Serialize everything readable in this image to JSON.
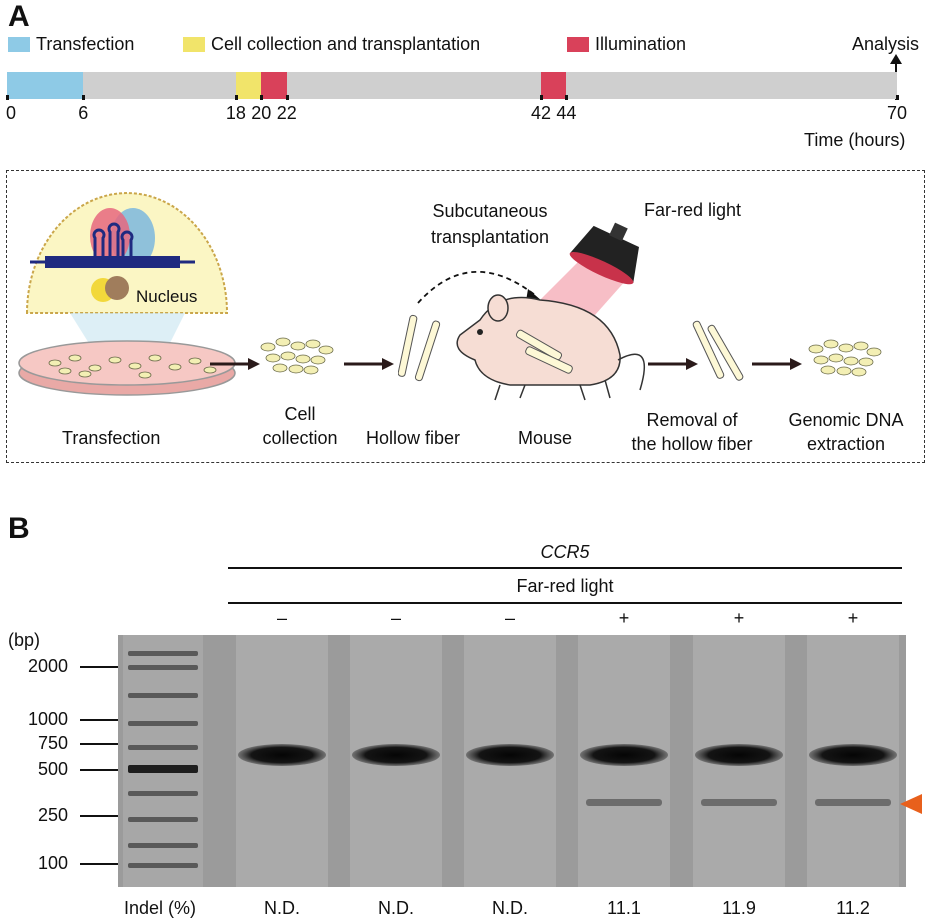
{
  "panel_a": {
    "letter": "A",
    "legend": [
      {
        "label": "Transfection",
        "color": "#8ecae6"
      },
      {
        "label": "Cell collection and transplantation",
        "color": "#f1e46a"
      },
      {
        "label": "Illumination",
        "color": "#d9415a"
      }
    ],
    "timeline": {
      "end_label": "Analysis",
      "axis_label": "Time (hours)",
      "max_hours": 70,
      "ticks": [
        "0",
        "6",
        "18",
        "20",
        "22",
        "42",
        "44",
        "70"
      ],
      "segments": [
        {
          "start": 0,
          "end": 6,
          "kind": "transfection"
        },
        {
          "start": 18,
          "end": 20,
          "kind": "collection"
        },
        {
          "start": 20,
          "end": 22,
          "kind": "illumination"
        },
        {
          "start": 42,
          "end": 44,
          "kind": "illumination"
        }
      ],
      "track_color": "#cfcfcf"
    },
    "workflow": {
      "nucleus_label": "Nucleus",
      "transfection_label": "Transfection",
      "cell_collection_label": "Cell\ncollection",
      "hollow_fiber_label": "Hollow fiber",
      "subcutaneous_label": "Subcutaneous\ntransplantation",
      "far_red_label": "Far-red light",
      "mouse_label": "Mouse",
      "removal_label": "Removal of\nthe hollow fiber",
      "genomic_label": "Genomic DNA\nextraction"
    }
  },
  "panel_b": {
    "letter": "B",
    "gene": "CCR5",
    "condition": "Far-red light",
    "bp_label": "(bp)",
    "ladder": [
      "2000",
      "1000",
      "750",
      "500",
      "250",
      "100"
    ],
    "lanes": [
      {
        "light": "–",
        "indel": "N.D.",
        "cleaved": 0
      },
      {
        "light": "–",
        "indel": "N.D.",
        "cleaved": 0
      },
      {
        "light": "–",
        "indel": "N.D.",
        "cleaved": 0
      },
      {
        "light": "+",
        "indel": "11.1",
        "cleaved": 1
      },
      {
        "light": "+",
        "indel": "11.9",
        "cleaved": 1
      },
      {
        "light": "+",
        "indel": "11.2",
        "cleaved": 1
      }
    ],
    "indel_label": "Indel (%)",
    "arrow_color": "#e8601c"
  }
}
